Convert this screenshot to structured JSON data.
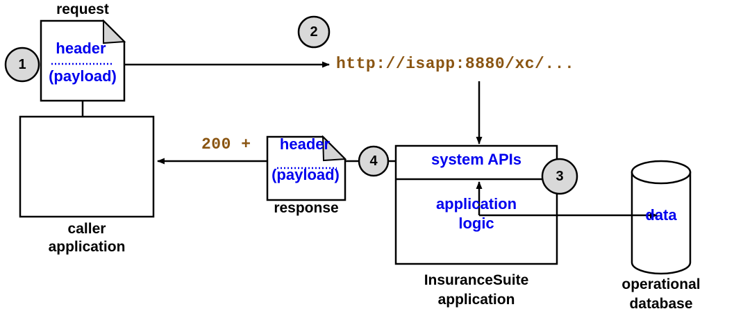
{
  "diagram": {
    "title": "InsuranceSuite system API request flow",
    "colors": {
      "text_black": "#000000",
      "text_blue": "#0000ee",
      "text_brown": "#8a5512",
      "badge_fill": "#d9d9d9",
      "stroke": "#000000",
      "fold_fill": "#d4d4d4",
      "page_fill": "#ffffff"
    },
    "steps": [
      {
        "id": "step-1",
        "number": "1"
      },
      {
        "id": "step-2",
        "number": "2"
      },
      {
        "id": "step-3",
        "number": "3"
      },
      {
        "id": "step-4",
        "number": "4"
      }
    ],
    "nodes": {
      "request_doc": {
        "caption": "request",
        "line1": "header",
        "line2": "(payload)"
      },
      "response_doc": {
        "caption": "response",
        "line1": "header",
        "line2": "(payload)"
      },
      "caller_app": {
        "caption_line1": "caller",
        "caption_line2": "application"
      },
      "insurance_suite": {
        "band_label": "system APIs",
        "body_label_line1": "application",
        "body_label_line2": "logic",
        "caption_line1": "InsuranceSuite",
        "caption_line2": "application"
      },
      "database": {
        "inner_label": "data",
        "caption_line1": "operational",
        "caption_line2": "database"
      }
    },
    "edge_labels": {
      "request_url": "http://isapp:8880/xc/...",
      "response_status": "200 +"
    }
  }
}
